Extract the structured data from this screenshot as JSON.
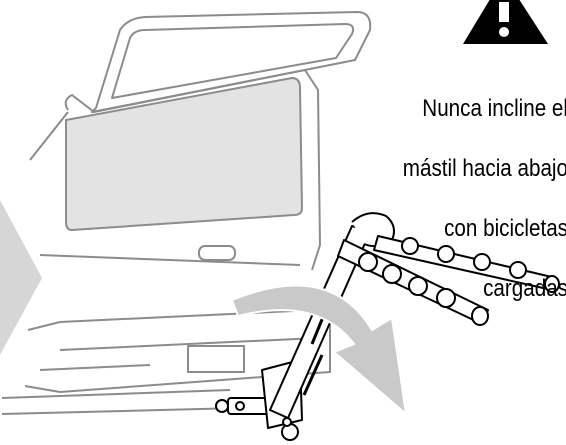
{
  "warning": {
    "icon": "warning-triangle-icon",
    "lines": [
      "Nunca incline el",
      "mástil hacia abajo",
      "con bicicletas",
      "cargadas"
    ]
  },
  "colors": {
    "outline": "#8c8c8c",
    "window": "#e3e3e3",
    "arrow": "#c9c9c9",
    "side_arrow": "#d6d6d6",
    "rack": "#ffffff",
    "ink": "#000000"
  }
}
